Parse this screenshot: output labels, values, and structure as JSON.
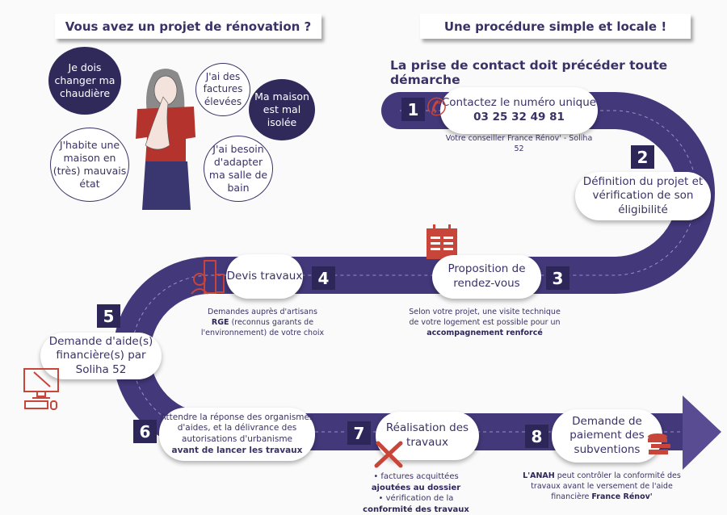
{
  "left_header": "Vous avez un projet de rénovation ?",
  "right_header": "Une procédure simple et locale !",
  "subheading": "La prise de contact doit précéder toute démarche",
  "bubbles": [
    "Je dois changer ma chaudière",
    "J'ai des factures élevées",
    "Ma maison est mal isolée",
    "J'habite une maison en (très) mauvais état",
    "J'ai besoin d'adapter ma salle de bain"
  ],
  "colors": {
    "road": "#43387a",
    "number_box": "#2c2758",
    "accent_icon": "#c8453a"
  },
  "steps": [
    {
      "number": "1",
      "title": "Contactez le numéro unique",
      "phone": "03 25 32 49 81",
      "note": "Votre conseiller France Rénov' - Soliha 52",
      "icon": "phone-icon"
    },
    {
      "number": "2",
      "title": "Définition du projet et vérification de son éligibilité"
    },
    {
      "number": "3",
      "title": "Proposition de rendez-vous",
      "note": "Selon votre projet, une visite technique de votre logement est possible pour un",
      "note_bold": "accompagnement renforcé",
      "icon": "calendar-icon"
    },
    {
      "number": "4",
      "title": "Devis travaux",
      "note_bold": "RGE",
      "note_pre": "Demandes auprès d'artisans",
      "note_post": "(reconnus garants de l'environnement) de votre choix",
      "icon": "artisan-building-icon"
    },
    {
      "number": "5",
      "title": "Demande d'aide(s) financière(s) par Soliha 52",
      "icon": "computer-icon"
    },
    {
      "number": "6",
      "title": "Attendre la réponse des organismes d'aides, et la délivrance des autorisations d'urbanisme",
      "title_bold": "avant de lancer les travaux"
    },
    {
      "number": "7",
      "title": "Réalisation des travaux",
      "bullets": [
        {
          "text": "factures acquittées",
          "bold": "ajoutées au dossier"
        },
        {
          "text": "vérification de la",
          "bold": "conformité des travaux"
        }
      ],
      "icon": "tools-icon"
    },
    {
      "number": "8",
      "title": "Demande de paiement des subventions",
      "note_bold1": "L'ANAH",
      "note": "peut contrôler la conformité des travaux avant le versement de l'aide financière",
      "note_bold2": "France Rénov'",
      "icon": "coins-icon"
    }
  ]
}
